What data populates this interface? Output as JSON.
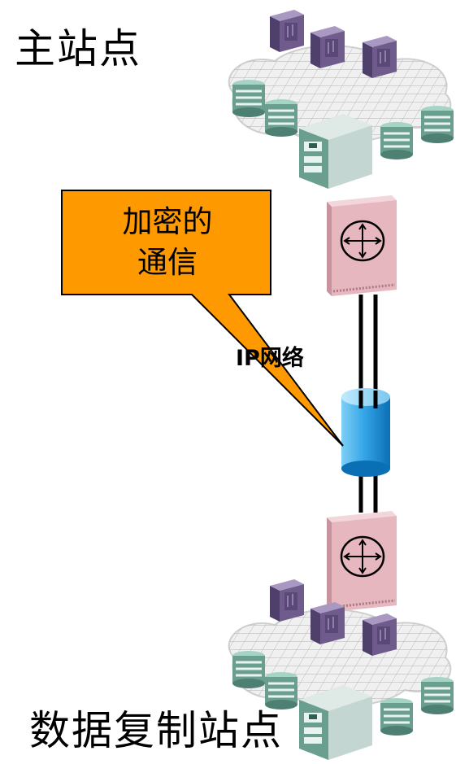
{
  "labels": {
    "primary_site": "主站点",
    "replica_site": "数据复制站点",
    "ip_network": "IP网络",
    "callout_line1": "加密的",
    "callout_line2": "通信"
  },
  "colors": {
    "callout_fill": "#ff9900",
    "router_fill": "#e7b7bf",
    "cloud_fill": "#f0f0f0",
    "storage_fill": "#6a9e8f",
    "server_fill": "#6f5c8c",
    "cylinder_fill": "#37a6e8",
    "link_color": "#000000"
  },
  "icons": {
    "router": "router-icon",
    "server": "server-icon",
    "storage": "storage-array-icon",
    "switch": "network-switch-icon",
    "cloud": "lan-cloud-icon",
    "encrypted_tunnel": "cylinder-tunnel-icon"
  }
}
